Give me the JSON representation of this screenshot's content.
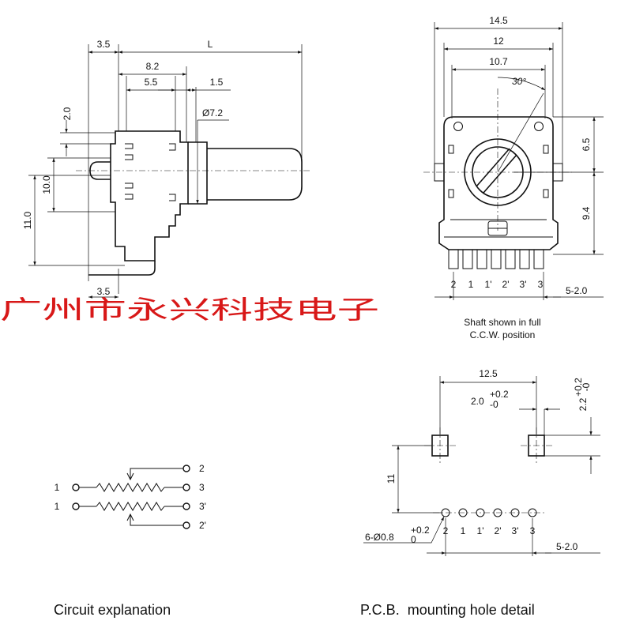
{
  "side_view": {
    "dims": {
      "d_3_5_top": "3.5",
      "d_L": "L",
      "d_8_2": "8.2",
      "d_5_5": "5.5",
      "d_1_5": "1.5",
      "d_phi_7_2": "Ø7.2",
      "d_2_0": "2.0",
      "d_10_0": "10.0",
      "d_11_0": "11.0",
      "d_3_5_bottom": "3.5"
    }
  },
  "front_view": {
    "dims": {
      "d_14_5": "14.5",
      "d_12": "12",
      "d_10_7": "10.7",
      "d_30deg": "30°",
      "d_6_5": "6.5",
      "d_9_4": "9.4",
      "d_pitch": "5-2.0"
    },
    "pins": [
      "2",
      "1",
      "1'",
      "2'",
      "3'",
      "3"
    ],
    "note_line1": "Shaft shown in full",
    "note_line2": "C.C.W. position"
  },
  "company_name": "广州市永兴科技电子",
  "circuit": {
    "left_labels": [
      "1",
      "1"
    ],
    "right_labels": [
      "2",
      "3",
      "3'",
      "2'"
    ],
    "caption": "Circuit explanation"
  },
  "pcb": {
    "dims": {
      "d_12_5": "12.5",
      "d_2_0_main": "2.0",
      "d_2_0_tol_up": "+0.2",
      "d_2_0_tol_dn": "-0",
      "d_2_2_main": "2.2",
      "d_2_2_tol_up": "+0.2",
      "d_2_2_tol_dn": "-0",
      "d_11": "11",
      "d_holes_main": "6-Ø0.8",
      "d_holes_tol_up": "+0.2",
      "d_holes_tol_dn": "0",
      "d_pitch": "5-2.0"
    },
    "pins": [
      "2",
      "1",
      "1'",
      "2'",
      "3'",
      "3"
    ],
    "caption": "P.C.B.  mounting hole detail"
  }
}
